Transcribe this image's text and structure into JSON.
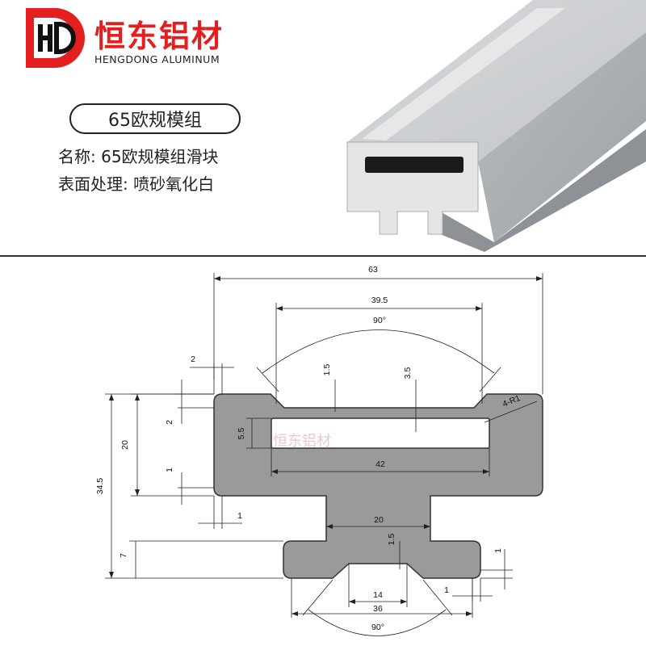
{
  "brand": {
    "name_cn": "恒东铝材",
    "name_en": "HENGDONG ALUMINUM",
    "logo_text": "HD",
    "accent_color": "#e3201f"
  },
  "product": {
    "title": "65欧规模组",
    "name_line": "名称: 65欧规模组滑块",
    "finish_line": "表面处理: 喷砂氧化白"
  },
  "drawing": {
    "watermark": "恒东铝材",
    "dims": {
      "overall_width": "63",
      "top_opening": "39.5",
      "top_angle": "90°",
      "lip_offset": "2",
      "top_gap": "1.5",
      "slot_depth": "3.5",
      "corner_radius": "4-R1",
      "left_step": "2",
      "head_height": "20",
      "slot_height": "5.5",
      "slot_width": "42",
      "total_height": "34.5",
      "lower_step": "1",
      "side_offset": "1",
      "neck_width": "20",
      "neck_gap": "1.5",
      "foot_height": "7",
      "right_step": "1",
      "bottom_offset": "1",
      "bottom_inner": "14",
      "bottom_outer": "36",
      "bottom_angle": "90°"
    }
  }
}
